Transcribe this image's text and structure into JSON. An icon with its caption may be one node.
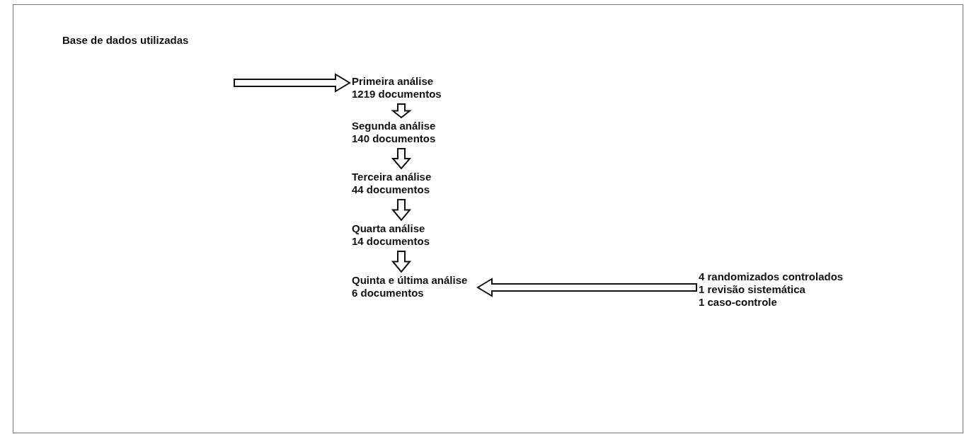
{
  "diagram": {
    "nodes": [
      {
        "text": [
          "Base de dados utilizadas"
        ]
      },
      {
        "text": [
          "Primeira análise",
          "1219 documentos"
        ]
      },
      {
        "text": [
          "Segunda análise",
          "140 documentos"
        ]
      },
      {
        "text": [
          "Terceira análise",
          "44 documentos"
        ]
      },
      {
        "text": [
          "Quarta análise",
          "14 documentos"
        ]
      },
      {
        "text": [
          "Quinta e última análise",
          "6 documentos"
        ]
      },
      {
        "text": [
          "4 randomizados controlados",
          "1 revisão sistemática",
          "1 caso-controle"
        ]
      }
    ],
    "edges": [
      {
        "from": 0,
        "to": 1,
        "arrow": "to"
      },
      {
        "from": 1,
        "to": 2,
        "arrow": "to"
      },
      {
        "from": 2,
        "to": 3,
        "arrow": "to"
      },
      {
        "from": 3,
        "to": 4,
        "arrow": "to"
      },
      {
        "from": 4,
        "to": 5,
        "arrow": "to"
      },
      {
        "from": 6,
        "to": 5,
        "arrow": "to"
      }
    ]
  }
}
